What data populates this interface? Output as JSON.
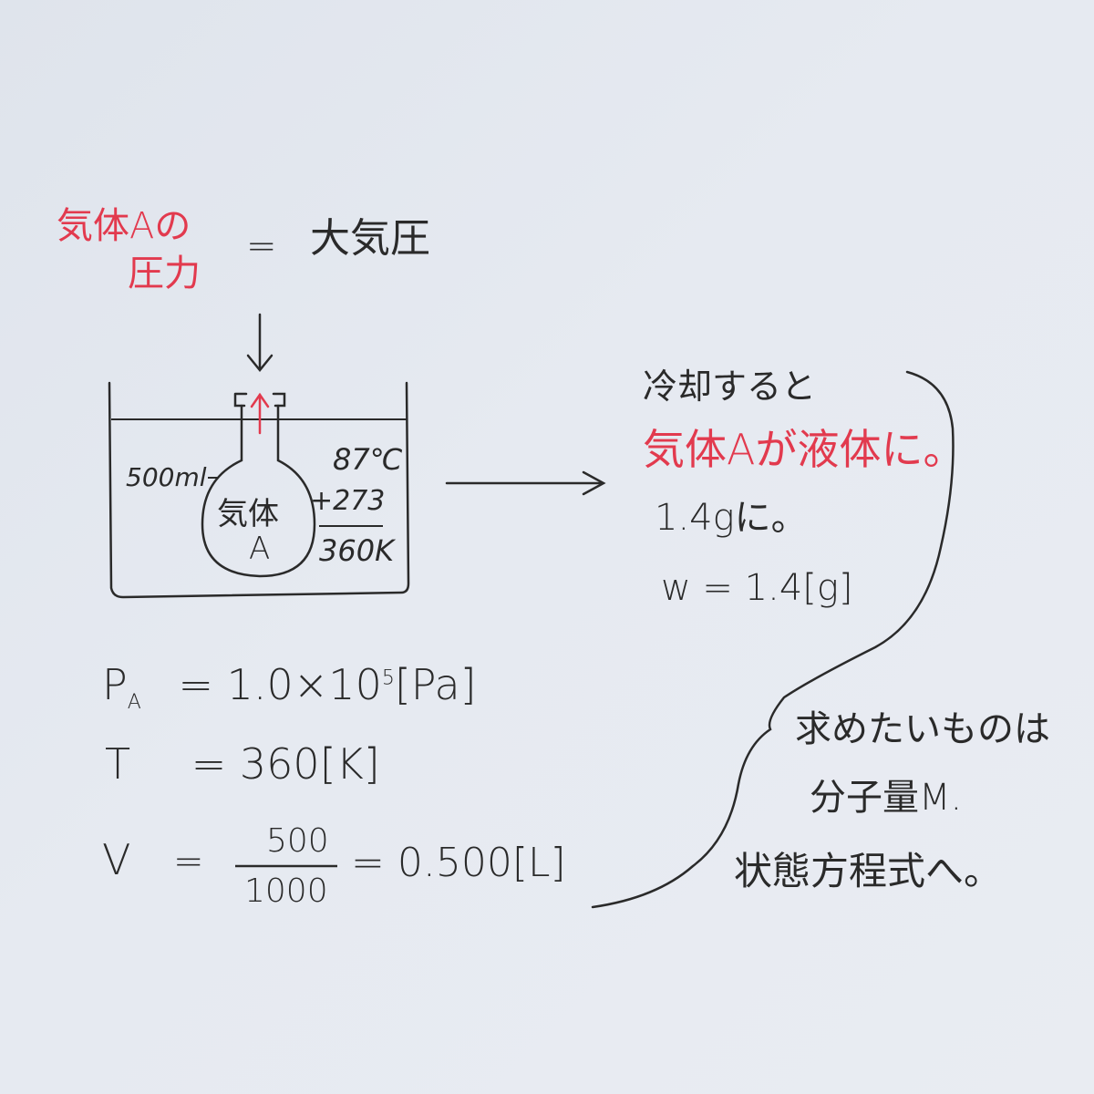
{
  "colors": {
    "ink": "#2a2a2a",
    "red": "#e23a4e"
  },
  "pressure_label": {
    "line1": "気体Aの",
    "line2": "圧力"
  },
  "equals": "=",
  "atmospheric_pressure": "大気圧",
  "flask": {
    "volume": "500ml",
    "gas_line1": "気体",
    "gas_line2": "A",
    "temp_c": "87℃",
    "add": "+273",
    "temp_k": "360K"
  },
  "cooling": {
    "line1": "冷却すると",
    "line2": "気体Aが液体に。",
    "line3": "1.4gに。",
    "line4": "w = 1.4[g]"
  },
  "variables": {
    "pa_symbol": "P",
    "pa_sub": "A",
    "pa_eq": "= 1.0×10",
    "pa_exp": "5",
    "pa_unit": "[Pa]",
    "t_symbol": "T",
    "t_value": "= 360[K]",
    "v_symbol": "V",
    "v_eq": "=",
    "v_num": "500",
    "v_den": "1000",
    "v_result": "= 0.500[L]"
  },
  "goal": {
    "line1": "求めたいものは",
    "line2": "分子量M.",
    "line3": "状態方程式へ。"
  }
}
